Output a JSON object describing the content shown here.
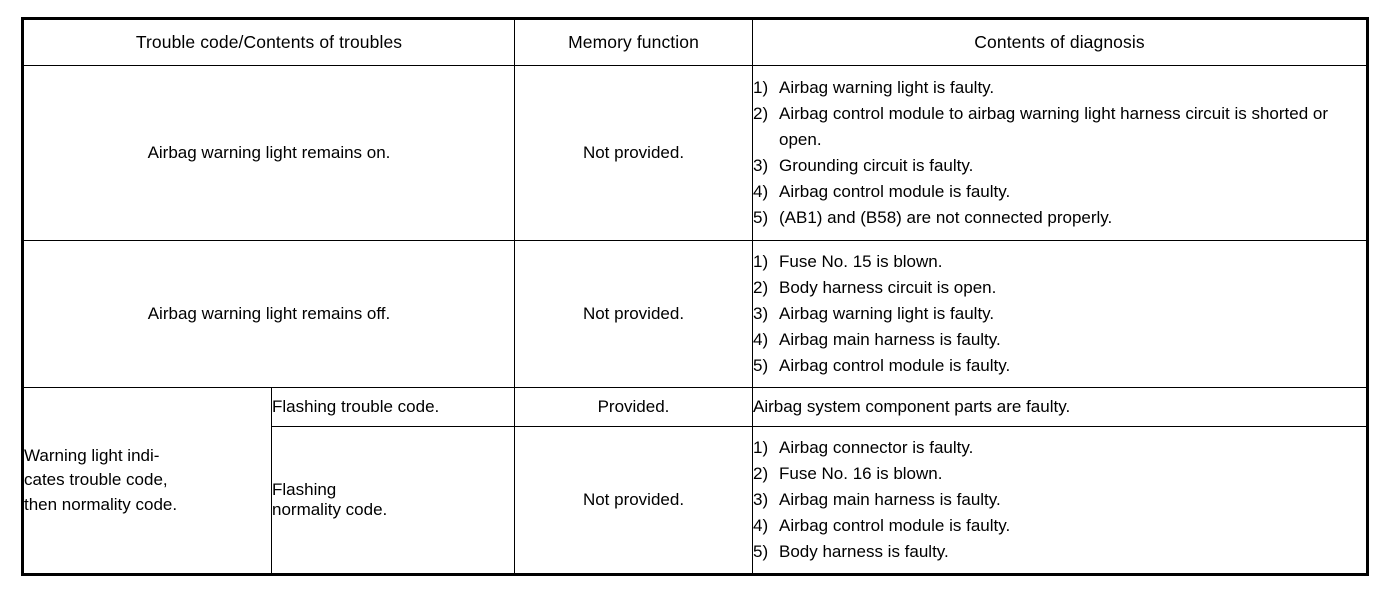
{
  "table": {
    "headers": [
      {
        "label": "Trouble code/Contents of troubles"
      },
      {
        "label": "Memory function"
      },
      {
        "label": "Contents of diagnosis"
      }
    ],
    "rows": [
      {
        "trouble": "Airbag warning light remains on.",
        "memory": "Not provided.",
        "diagnosis": [
          {
            "num": "1)",
            "text": "Airbag warning light is faulty."
          },
          {
            "num": "2)",
            "text": "Airbag control module to airbag warning light harness circuit is shorted or open."
          },
          {
            "num": "3)",
            "text": "Grounding circuit is faulty."
          },
          {
            "num": "4)",
            "text": "Airbag control module is faulty."
          },
          {
            "num": "5)",
            "text": "(AB1) and (B58) are not connected properly."
          }
        ]
      },
      {
        "trouble": "Airbag warning light remains off.",
        "memory": "Not provided.",
        "diagnosis": [
          {
            "num": "1)",
            "text": "Fuse No. 15 is blown."
          },
          {
            "num": "2)",
            "text": "Body harness circuit is open."
          },
          {
            "num": "3)",
            "text": "Airbag warning light is faulty."
          },
          {
            "num": "4)",
            "text": "Airbag main harness is faulty."
          },
          {
            "num": "5)",
            "text": "Airbag control module is faulty."
          }
        ]
      }
    ],
    "grouped_row": {
      "trouble_line_1": "Warning light indi-",
      "trouble_line_2": "cates trouble code,",
      "trouble_line_3": "then normality code.",
      "sub_rows": [
        {
          "subtype": "Flashing trouble code.",
          "subtype_line_1": "Flashing trouble code.",
          "subtype_line_2": "",
          "memory": "Provided.",
          "diagnosis_text": "Airbag system component parts are faulty.",
          "diagnosis": []
        },
        {
          "subtype": "Flashing normality code.",
          "subtype_line_1": "Flashing",
          "subtype_line_2": "normality code.",
          "memory": "Not provided.",
          "diagnosis_text": "",
          "diagnosis": [
            {
              "num": "1)",
              "text": "Airbag connector is faulty."
            },
            {
              "num": "2)",
              "text": "Fuse No. 16 is blown."
            },
            {
              "num": "3)",
              "text": "Airbag main harness is faulty."
            },
            {
              "num": "4)",
              "text": "Airbag control module is faulty."
            },
            {
              "num": "5)",
              "text": "Body harness is faulty."
            }
          ]
        }
      ]
    }
  }
}
